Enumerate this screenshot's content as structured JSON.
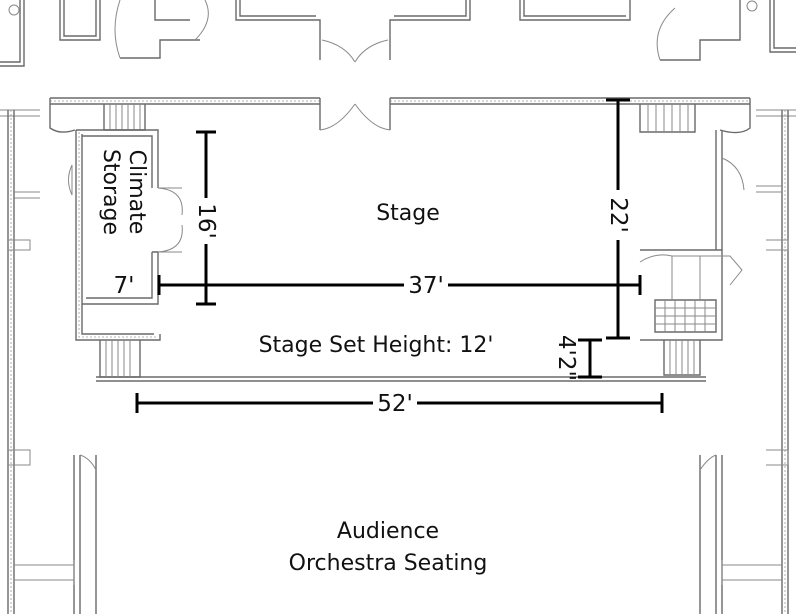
{
  "labels": {
    "stage": "Stage",
    "storage_line1": "Climate",
    "storage_line2": "Storage",
    "set_height": "Stage Set Height: 12'",
    "audience": "Audience",
    "seating": "Orchestra Seating"
  },
  "dimensions": {
    "storage_height": "16'",
    "storage_width": "7'",
    "stage_width": "37'",
    "stage_depth": "22'",
    "stage_lip": "4'2\"",
    "overall_width": "52'"
  },
  "colors": {
    "wall": "#6a6a6a",
    "dimension_line": "#000000",
    "text": "#111111"
  }
}
